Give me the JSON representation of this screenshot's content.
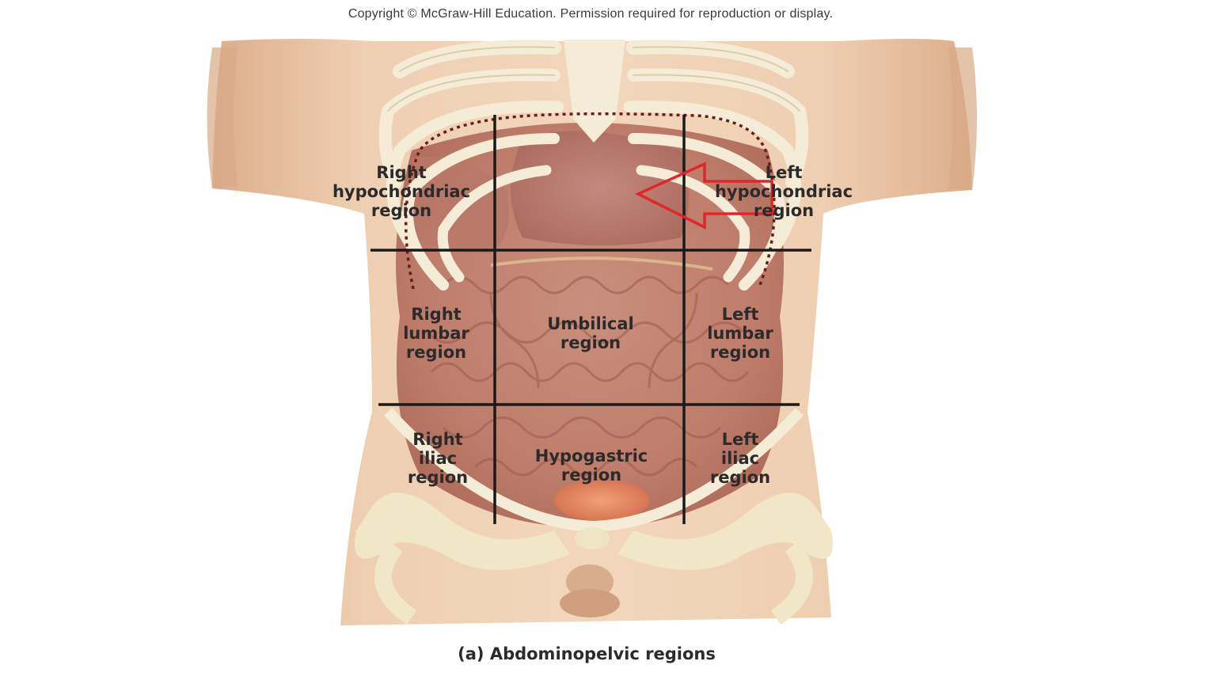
{
  "copyright": "Copyright © McGraw-Hill Education. Permission required for reproduction or display.",
  "caption": "(a) Abdominopelvic regions",
  "regions": [
    {
      "key": "right-hypochondriac",
      "lines": [
        "Right",
        "hypochondriac",
        "region"
      ]
    },
    {
      "key": "left-hypochondriac",
      "lines": [
        "Left",
        "hypochondriac",
        "region"
      ]
    },
    {
      "key": "right-lumbar",
      "lines": [
        "Right",
        "lumbar",
        "region"
      ]
    },
    {
      "key": "umbilical",
      "lines": [
        "Umbilical",
        "region"
      ]
    },
    {
      "key": "left-lumbar",
      "lines": [
        "Left",
        "lumbar",
        "region"
      ]
    },
    {
      "key": "right-iliac",
      "lines": [
        "Right",
        "iliac",
        "region"
      ]
    },
    {
      "key": "hypogastric",
      "lines": [
        "Hypogastric",
        "region"
      ]
    },
    {
      "key": "left-iliac",
      "lines": [
        "Left",
        "iliac",
        "region"
      ]
    }
  ],
  "colors": {
    "grid_line": "#1a1a1a",
    "rib_margin_dotted": "#6b1c1c",
    "arrow": "#e0262b",
    "skin": "#e9c3a3",
    "organs": "#c98a78",
    "bone": "#f3ead2"
  },
  "icons": {
    "arrow": "red-outline-arrow-pointing-left"
  }
}
